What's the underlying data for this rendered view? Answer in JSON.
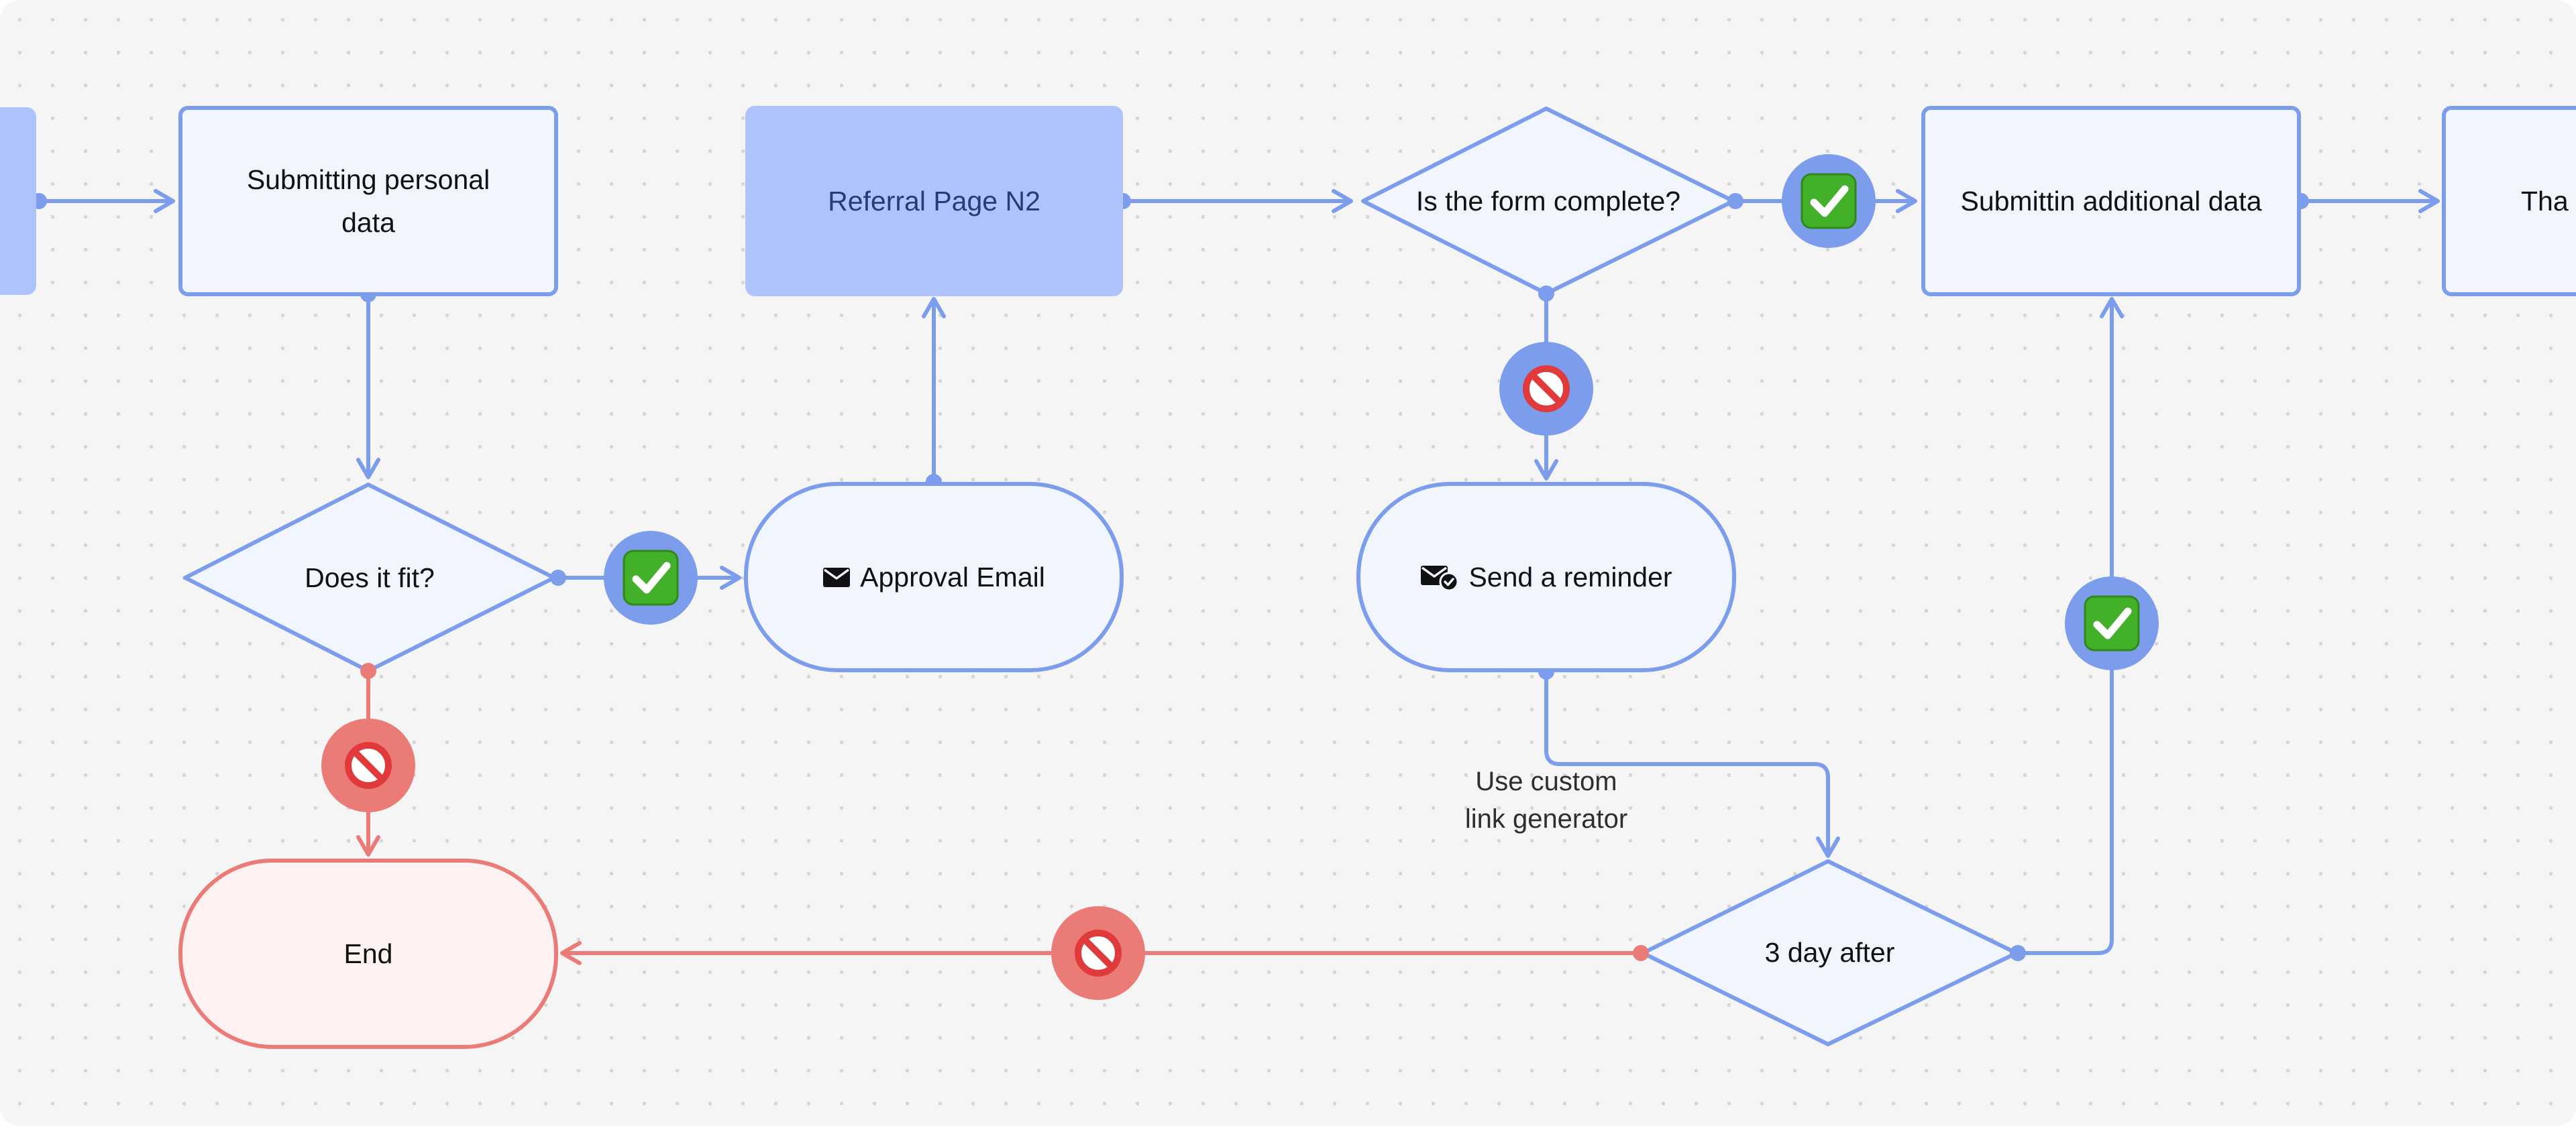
{
  "colors": {
    "edge_blue": "#7c9cec",
    "edge_red": "#eb7b77",
    "node_fill": "#f1f5fe",
    "node_highlight": "#aec3fb",
    "end_fill": "#fdf1f1",
    "yes_badge": "#43b02a"
  },
  "nodes": {
    "submitting_personal_data": "Submitting personal data",
    "referral_page_n2": "Referral Page N2",
    "is_form_complete": "Is the form complete?",
    "submittin_additional_data": "Submittin additional data",
    "thank_you_partial": "Tha",
    "does_it_fit": "Does it fit?",
    "approval_email": "Approval Email",
    "send_reminder": "Send a reminder",
    "three_day_after": "3 day after",
    "end": "End"
  },
  "icons": {
    "approval_email": "envelope-icon",
    "send_reminder": "envelope-check-icon",
    "yes": "check-mark-button-icon",
    "no": "prohibited-icon"
  },
  "edge_labels": {
    "custom_link_line1": "Use custom",
    "custom_link_line2": "link generator"
  }
}
